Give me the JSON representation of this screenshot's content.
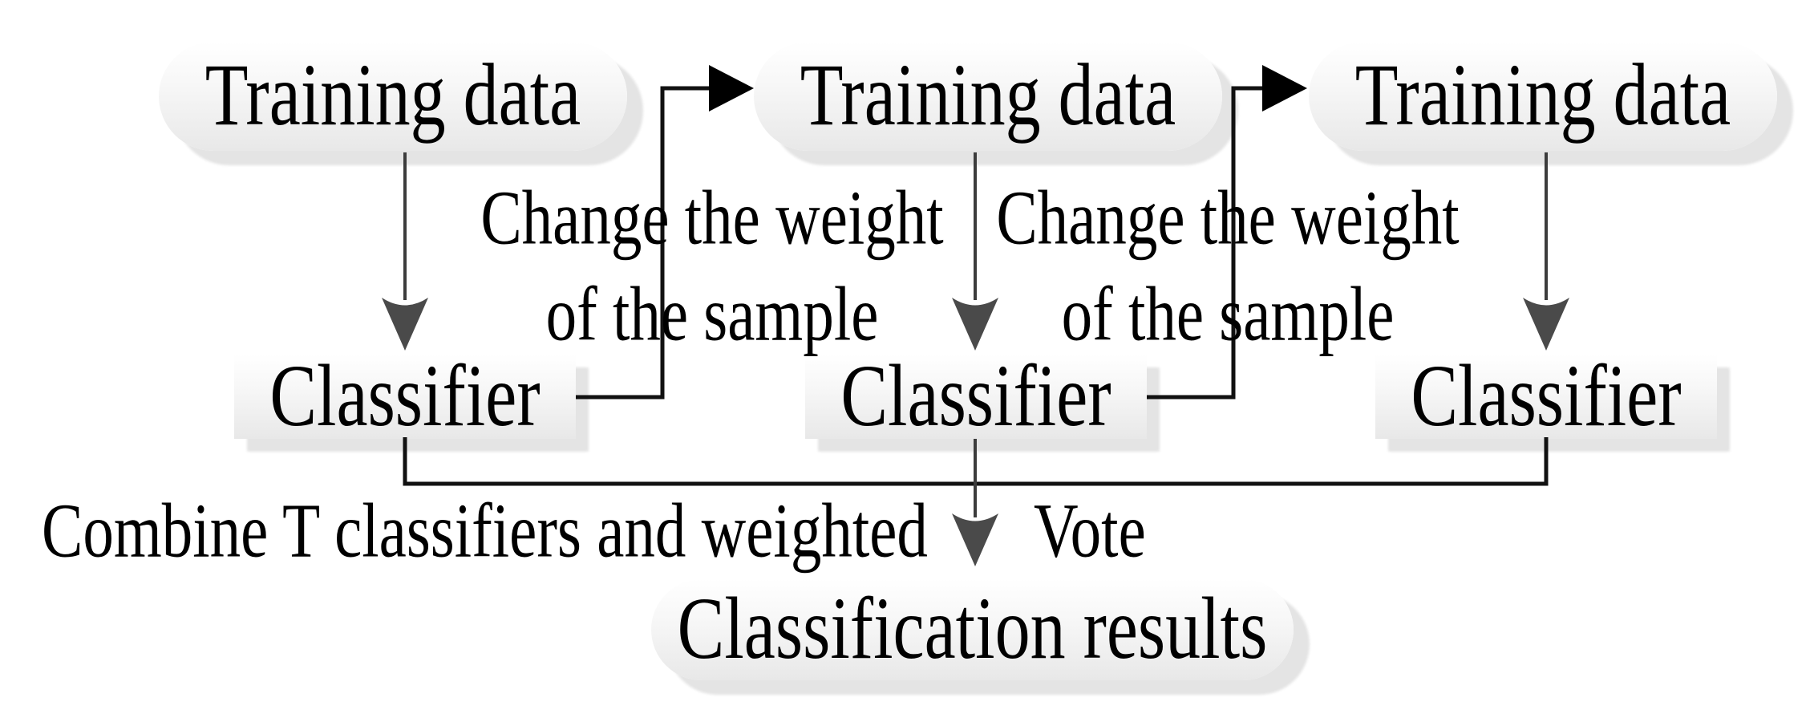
{
  "diagram_type": "boosting-ensemble-flow-diagram",
  "nodes": {
    "training_1": {
      "label": "Training data"
    },
    "training_2": {
      "label": "Training data"
    },
    "training_3": {
      "label": "Training data"
    },
    "classifier_1": {
      "label": "Classifier"
    },
    "classifier_2": {
      "label": "Classifier"
    },
    "classifier_3": {
      "label": "Classifier"
    },
    "results": {
      "label": "Classification results"
    }
  },
  "annotations": {
    "change_weight_1": {
      "line1": "Change the weight",
      "line2": "of the sample"
    },
    "change_weight_2": {
      "line1": "Change the weight",
      "line2": "of the sample"
    },
    "combine": {
      "text": "Combine T classifiers and weighted"
    },
    "vote": {
      "text": "Vote"
    }
  },
  "edges": [
    {
      "from": "training_1",
      "to": "classifier_1",
      "type": "straight-arrow"
    },
    {
      "from": "training_2",
      "to": "classifier_2",
      "type": "straight-arrow"
    },
    {
      "from": "training_3",
      "to": "classifier_3",
      "type": "straight-arrow"
    },
    {
      "from": "classifier_1",
      "to": "training_2",
      "type": "elbow-arrow",
      "label": "Change the weight of the sample"
    },
    {
      "from": "classifier_2",
      "to": "training_3",
      "type": "elbow-arrow",
      "label": "Change the weight of the sample"
    },
    {
      "from": "classifier_1 + classifier_2 + classifier_3",
      "to": "results",
      "type": "combined-arrow",
      "label": "Combine T classifiers and weighted Vote"
    }
  ],
  "colors": {
    "line": "#111111",
    "arrow_shaft": "#3c3c3c",
    "arrow_head_gray": "#4a4a4a",
    "arrow_head_black": "#000000",
    "node_fill_top": "#ffffff",
    "node_fill_bottom": "#e8e8e8",
    "node_shadow": "#e4e4e4",
    "text": "#000000",
    "background": "#ffffff"
  }
}
